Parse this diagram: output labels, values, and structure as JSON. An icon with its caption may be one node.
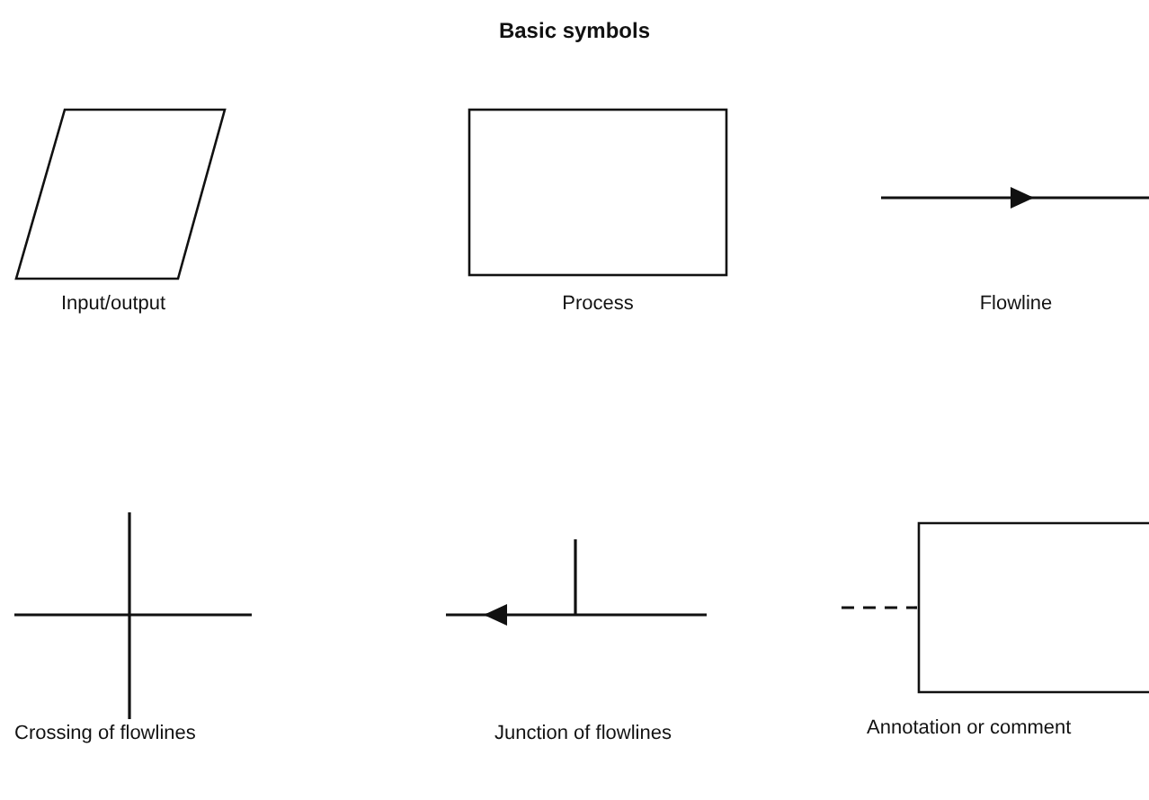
{
  "diagram": {
    "title": "Basic symbols",
    "nodes": [
      {
        "text": [],
        "shape": "parallelogram",
        "beside": [
          "Input/output"
        ]
      },
      {
        "text": [],
        "shape": "box",
        "beside": [
          "Process"
        ]
      },
      {
        "text": [],
        "shape": "bracket",
        "beside": [
          "Annotation or comment"
        ]
      }
    ],
    "edges": [
      {
        "from": null,
        "to": 2,
        "arrow": "none",
        "style": "dashed"
      }
    ],
    "labels": [
      "Flowline",
      "Crossing of flowlines",
      "Junction of flowlines"
    ]
  }
}
